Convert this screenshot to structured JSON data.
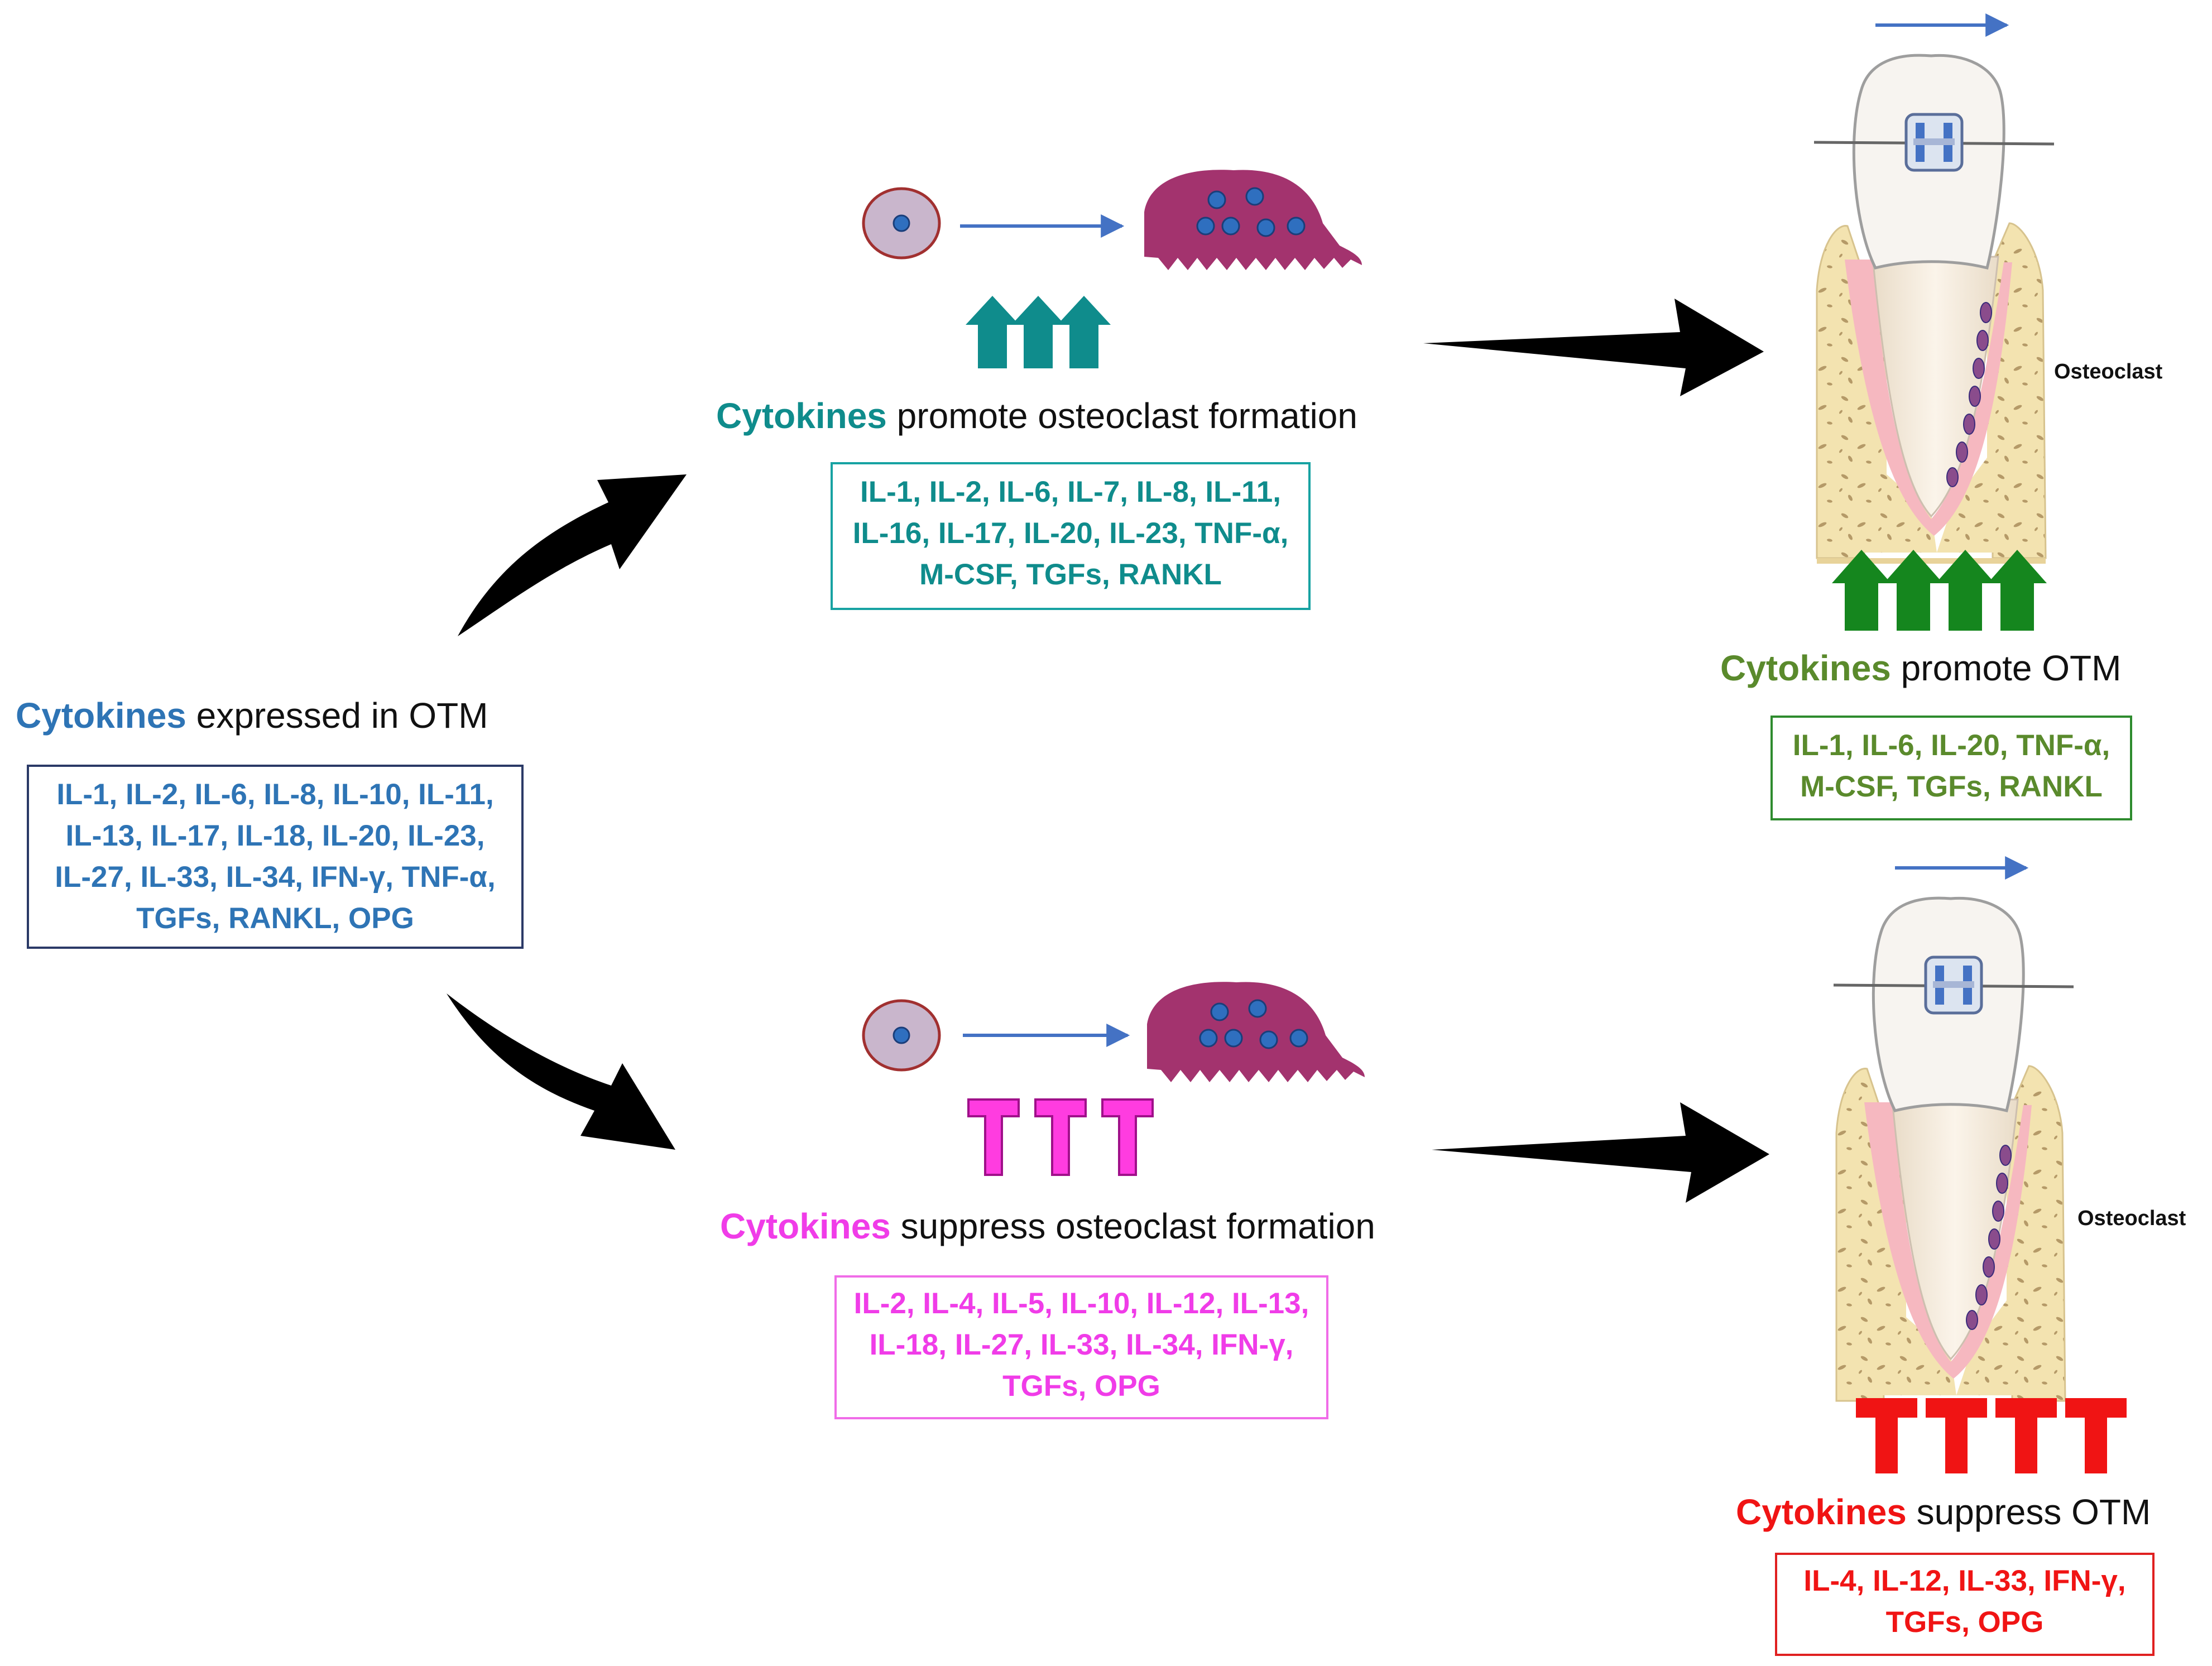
{
  "colors": {
    "blue": "#2E74B5",
    "teal": "#0F8C8C",
    "green": "#2E7D32",
    "magenta": "#F03CE8",
    "red": "#F01414",
    "black": "#000000",
    "cell_fill": "#C9B6CC",
    "cell_nucleus": "#2F6FBF",
    "osteoclast_fill": "#A3336E",
    "arrow_thin": "#4472C4"
  },
  "source": {
    "keyword": "Cytokines",
    "rest": " expressed in OTM",
    "lines": [
      "IL-1, IL-2, IL-6, IL-8, IL-10, IL-11,",
      "IL-13, IL-17, IL-18, IL-20, IL-23,",
      "IL-27, IL-33, IL-34, IFN-γ, TNF-α,",
      "TGFs, RANKL, OPG"
    ]
  },
  "promote_osteoclast": {
    "keyword": "Cytokines",
    "rest": " promote osteoclast formation",
    "lines": [
      "IL-1, IL-2, IL-6, IL-7, IL-8, IL-11,",
      "IL-16, IL-17, IL-20, IL-23, TNF-α,",
      "M-CSF, TGFs, RANKL"
    ]
  },
  "suppress_osteoclast": {
    "keyword": "Cytokines",
    "rest": " suppress osteoclast formation",
    "lines": [
      "IL-2, IL-4, IL-5, IL-10, IL-12, IL-13,",
      "IL-18, IL-27, IL-33, IL-34, IFN-γ,",
      "TGFs, OPG"
    ]
  },
  "promote_otm": {
    "keyword": "Cytokines",
    "rest": " promote OTM",
    "lines": [
      "IL-1, IL-6, IL-20, TNF-α,",
      "M-CSF, TGFs, RANKL"
    ]
  },
  "suppress_otm": {
    "keyword": "Cytokines",
    "rest": " suppress OTM",
    "lines": [
      "IL-4, IL-12, IL-33, IFN-γ,",
      "TGFs, OPG"
    ]
  },
  "tooth_top": {
    "label": "Osteoclast",
    "indicator": "upregulate-arrows",
    "count": 4
  },
  "tooth_bottom": {
    "label": "Osteoclast",
    "indicator": "inhibit-symbols",
    "count": 4
  },
  "osteoclast_top": {
    "indicator": "upregulate-arrows",
    "count": 3
  },
  "osteoclast_bottom": {
    "indicator": "inhibit-symbols",
    "count": 3
  }
}
